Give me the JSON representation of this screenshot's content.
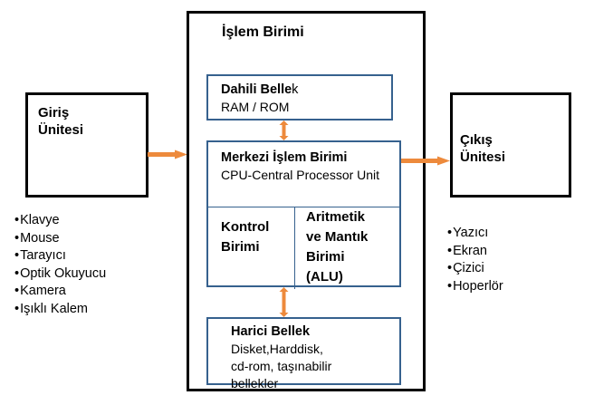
{
  "diagram": {
    "colors": {
      "box_border": "#000000",
      "inner_border": "#36618e",
      "arrow": "#ed8a3c",
      "background": "#ffffff"
    },
    "input_unit": {
      "title": "Giriş\nÜnitesi",
      "items": [
        "Klavye",
        "Mouse",
        "Tarayıcı",
        "Optik Okuyucu",
        "Kamera",
        "Işıklı  Kalem"
      ]
    },
    "processing_unit": {
      "title": "İşlem Birimi",
      "internal_memory": {
        "head": "Dahili Belle",
        "head_tail": "k",
        "sub": "RAM / ROM"
      },
      "cpu": {
        "head": "Merkezi İşlem Birimi",
        "sub": "CPU-Central Processor  Unit",
        "control_unit": "Kontrol\nBirimi",
        "alu": "Aritmetik\nve Mantık\nBirimi\n(ALU)"
      },
      "external_memory": {
        "head": "Harici Bellek",
        "sub_lines": [
          "Disket,Harddisk,",
          " cd-rom, taşınabilir",
          "bellekler"
        ]
      }
    },
    "output_unit": {
      "title": "Çıkış\nÜnitesi",
      "items": [
        "Yazıcı",
        "Ekran",
        "Çizici",
        "Hoperlör"
      ]
    },
    "arrows": [
      {
        "name": "input-to-processing",
        "direction": "right"
      },
      {
        "name": "memory-to-cpu",
        "direction": "both"
      },
      {
        "name": "cpu-to-external-memory",
        "direction": "both"
      },
      {
        "name": "processing-to-output",
        "direction": "right"
      }
    ]
  }
}
